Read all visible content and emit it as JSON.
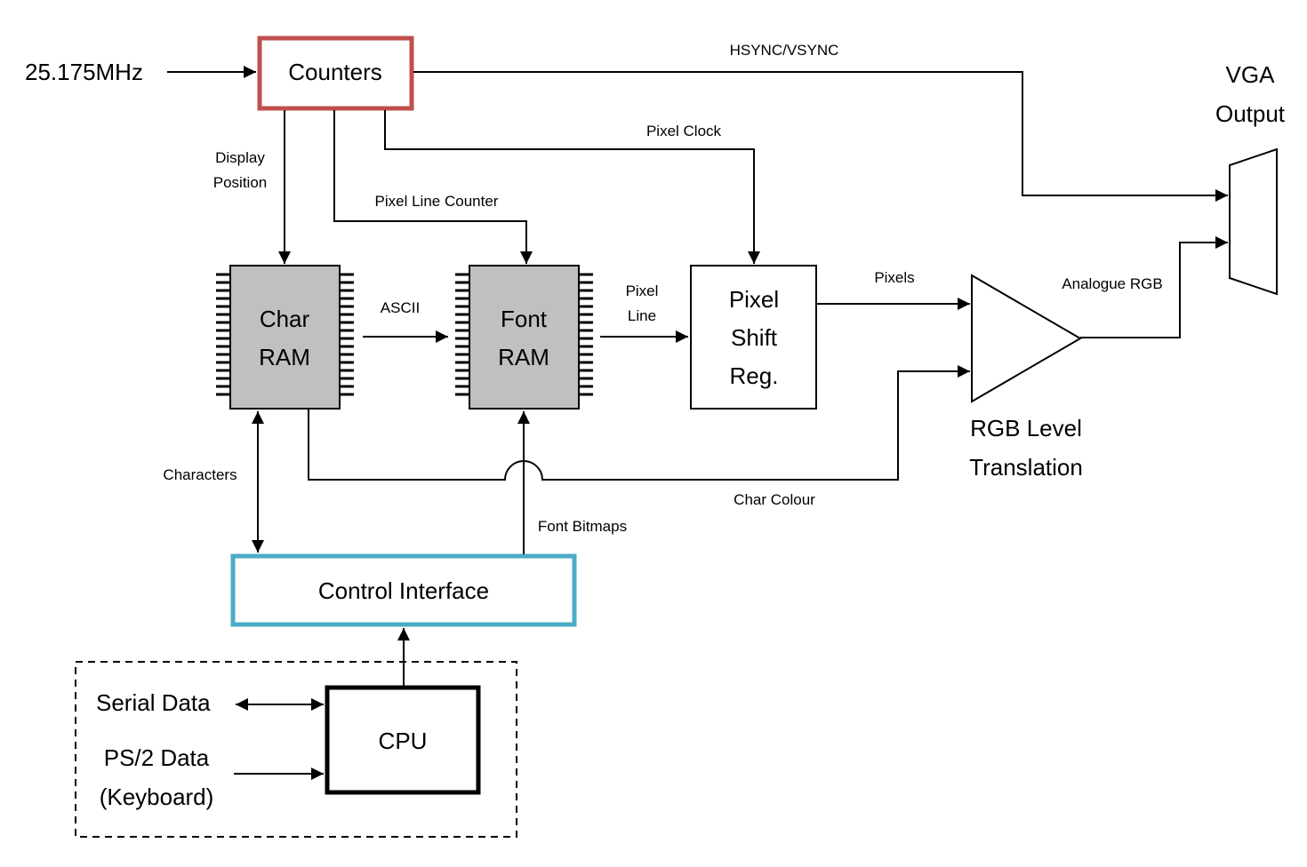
{
  "inputs": {
    "clock": "25.175MHz",
    "serial_data": "Serial Data",
    "ps2_line1": "PS/2 Data",
    "ps2_line2": "(Keyboard)"
  },
  "blocks": {
    "counters": "Counters",
    "char_ram_line1": "Char",
    "char_ram_line2": "RAM",
    "font_ram_line1": "Font",
    "font_ram_line2": "RAM",
    "shift_line1": "Pixel",
    "shift_line2": "Shift",
    "shift_line3": "Reg.",
    "rgb_line1": "RGB Level",
    "rgb_line2": "Translation",
    "vga_line1": "VGA",
    "vga_line2": "Output",
    "control": "Control Interface",
    "cpu": "CPU"
  },
  "signals": {
    "hsync_vsync": "HSYNC/VSYNC",
    "pixel_clock": "Pixel Clock",
    "display_position_line1": "Display",
    "display_position_line2": "Position",
    "pixel_line_counter": "Pixel Line Counter",
    "ascii": "ASCII",
    "pixel_line_line1": "Pixel",
    "pixel_line_line2": "Line",
    "pixels": "Pixels",
    "analogue_rgb": "Analogue RGB",
    "characters": "Characters",
    "char_colour": "Char Colour",
    "font_bitmaps": "Font Bitmaps"
  },
  "colors": {
    "counters_border": "#c0504d",
    "control_border": "#4bacc6",
    "ram_fill": "#c0c0c0"
  }
}
